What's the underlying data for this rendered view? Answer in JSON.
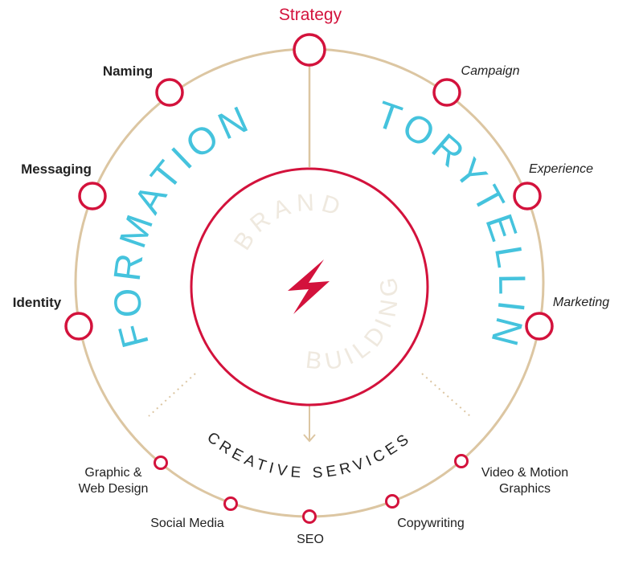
{
  "title": "Strategy",
  "left_arc": "FORMATION",
  "right_arc": "STORYTELLING",
  "center_top": "BRAND",
  "center_bottom": "BUILDING",
  "bottom_arc": "CREATIVE SERVICES",
  "left_items": [
    "Naming",
    "Messaging",
    "Identity"
  ],
  "right_items": [
    "Campaign",
    "Experience",
    "Marketing"
  ],
  "services": {
    "graphic_line1": "Graphic &",
    "graphic_line2": "Web Design",
    "social": "Social Media",
    "seo": "SEO",
    "copywriting": "Copywriting",
    "video_line1": "Video & Motion",
    "video_line2": "Graphics"
  },
  "center_icon": "lightning-bolt-icon",
  "colors": {
    "accent_red": "#d3123c",
    "ring_tan": "#dcc6a2",
    "title_cyan": "#45c3dd"
  }
}
